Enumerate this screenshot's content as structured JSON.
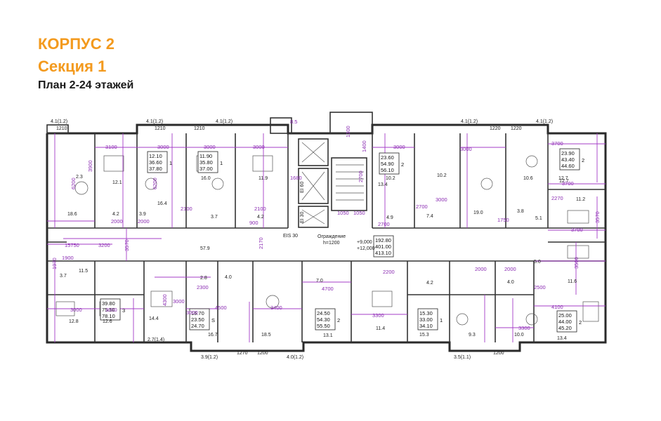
{
  "header": {
    "building": "КОРПУС 2",
    "section": "Секция 1",
    "plan": "План 2-24 этажей"
  },
  "colors": {
    "accent": "#f39a1e",
    "dimension": "#a43cc7",
    "wall": "#2a2a2a"
  },
  "apartments": [
    {
      "id": "a1",
      "rooms": "1",
      "vals": [
        "12.10",
        "36.60",
        "37.80"
      ]
    },
    {
      "id": "a2",
      "rooms": "1",
      "vals": [
        "11.90",
        "35.80",
        "37.00"
      ]
    },
    {
      "id": "a3",
      "rooms": "2",
      "vals": [
        "23.60",
        "54.90",
        "56.10"
      ]
    },
    {
      "id": "a4",
      "rooms": "2",
      "vals": [
        "23.90",
        "43.40",
        "44.60"
      ]
    },
    {
      "id": "a5",
      "rooms": "3",
      "vals": [
        "39.80",
        "75.50",
        "78.10"
      ]
    },
    {
      "id": "a6",
      "rooms": "S",
      "vals": [
        "16.70",
        "23.50",
        "24.70"
      ]
    },
    {
      "id": "a7",
      "rooms": "2",
      "vals": [
        "24.50",
        "54.30",
        "55.50"
      ]
    },
    {
      "id": "a8",
      "rooms": "1",
      "vals": [
        "15.30",
        "33.00",
        "34.10"
      ]
    },
    {
      "id": "a9",
      "rooms": "2",
      "vals": [
        "25.00",
        "44.00",
        "45.20"
      ]
    }
  ],
  "section_totals": {
    "vals": [
      "192.80",
      "401.00",
      "413.10"
    ],
    "heights": [
      "+9,000",
      "+12,000"
    ]
  },
  "fence": {
    "label": "Ограждение",
    "height": "h=1200"
  },
  "doors": {
    "eis": "EIS 30",
    "ei60": "EI 60",
    "ei30": "EI 30"
  },
  "room_areas": [
    "12.1",
    "16.4",
    "16.0",
    "11.9",
    "18.6",
    "4.2",
    "3.9",
    "3.7",
    "4.2",
    "10.2",
    "13.4",
    "10.2",
    "10.6",
    "12.7",
    "4.9",
    "7.4",
    "19.0",
    "3.8",
    "5.1",
    "11.2",
    "57.9",
    "11.5",
    "3.7",
    "12.8",
    "12.6",
    "14.4",
    "2.8",
    "4.0",
    "16.7",
    "18.5",
    "7.0",
    "13.1",
    "11.4",
    "4.2",
    "15.3",
    "9.3",
    "4.0",
    "10.0",
    "5.0",
    "11.6",
    "13.4",
    "2.3",
    "12.7"
  ],
  "dimensions": [
    "3100",
    "3000",
    "3000",
    "3000",
    "3000",
    "3700",
    "3700",
    "6200",
    "6200",
    "3900",
    "2000",
    "2000",
    "2100",
    "2100",
    "900",
    "2700",
    "2700",
    "3000",
    "1750",
    "2270",
    "3570",
    "3700",
    "15750",
    "1900",
    "3200",
    "3570",
    "1970",
    "3000",
    "3000",
    "3000",
    "4300",
    "2300",
    "4500",
    "3400",
    "4700",
    "2200",
    "3300",
    "2000",
    "2000",
    "2500",
    "4100",
    "3500",
    "3000",
    "3300",
    "3000",
    "1680",
    "1400",
    "2700",
    "1050",
    "1050",
    "2170",
    "8.5",
    "1300"
  ],
  "balconies": [
    "4.1(1.2)",
    "1210",
    "4.1(1.2)",
    "1210",
    "1210",
    "4.1(1.2)",
    "4.1(1.2)",
    "1220",
    "1220",
    "4.1(1.2)",
    "3.9(1.2)",
    "1270",
    "1200",
    "4.0(1.2)",
    "3.5(1.1)",
    "1200",
    "2.7(1.4)"
  ]
}
